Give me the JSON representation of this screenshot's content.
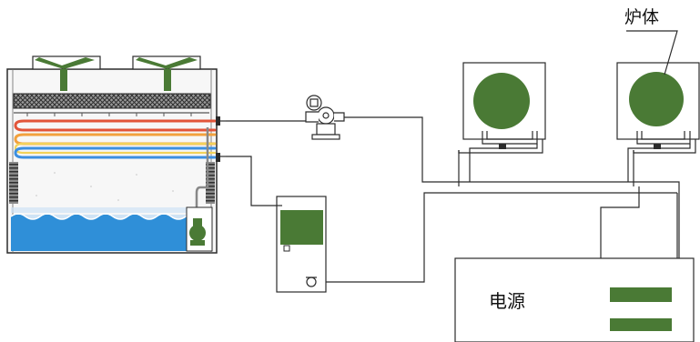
{
  "labels": {
    "furnace": "炉体",
    "power_supply": "电源"
  },
  "colors": {
    "line": "#2b2b2b",
    "coil_green": "#4a7a35",
    "water": "#2f8fd8",
    "water_light": "#cfe3f5",
    "coil_red": "#e2553a",
    "coil_orange": "#f2a13e",
    "coil_yellow": "#f3d35a",
    "coil_blue": "#3d8fe0",
    "tower_fill": "#f7f7f7",
    "mesh": "#3a3a3a"
  },
  "components": [
    {
      "name": "cooling-tower",
      "icon": "closed-cooling-tower-icon"
    },
    {
      "name": "fan-left",
      "icon": "fan-icon"
    },
    {
      "name": "fan-right",
      "icon": "fan-icon"
    },
    {
      "name": "spray-pump",
      "icon": "pump-icon"
    },
    {
      "name": "circulation-pump",
      "icon": "centrifugal-pump-icon"
    },
    {
      "name": "water-tank",
      "icon": "tank-icon"
    },
    {
      "name": "tank-pump",
      "icon": "pump-icon"
    },
    {
      "name": "furnace-left",
      "icon": "induction-furnace-icon"
    },
    {
      "name": "furnace-right",
      "icon": "induction-furnace-icon"
    },
    {
      "name": "power-supply",
      "icon": "power-supply-icon"
    }
  ]
}
